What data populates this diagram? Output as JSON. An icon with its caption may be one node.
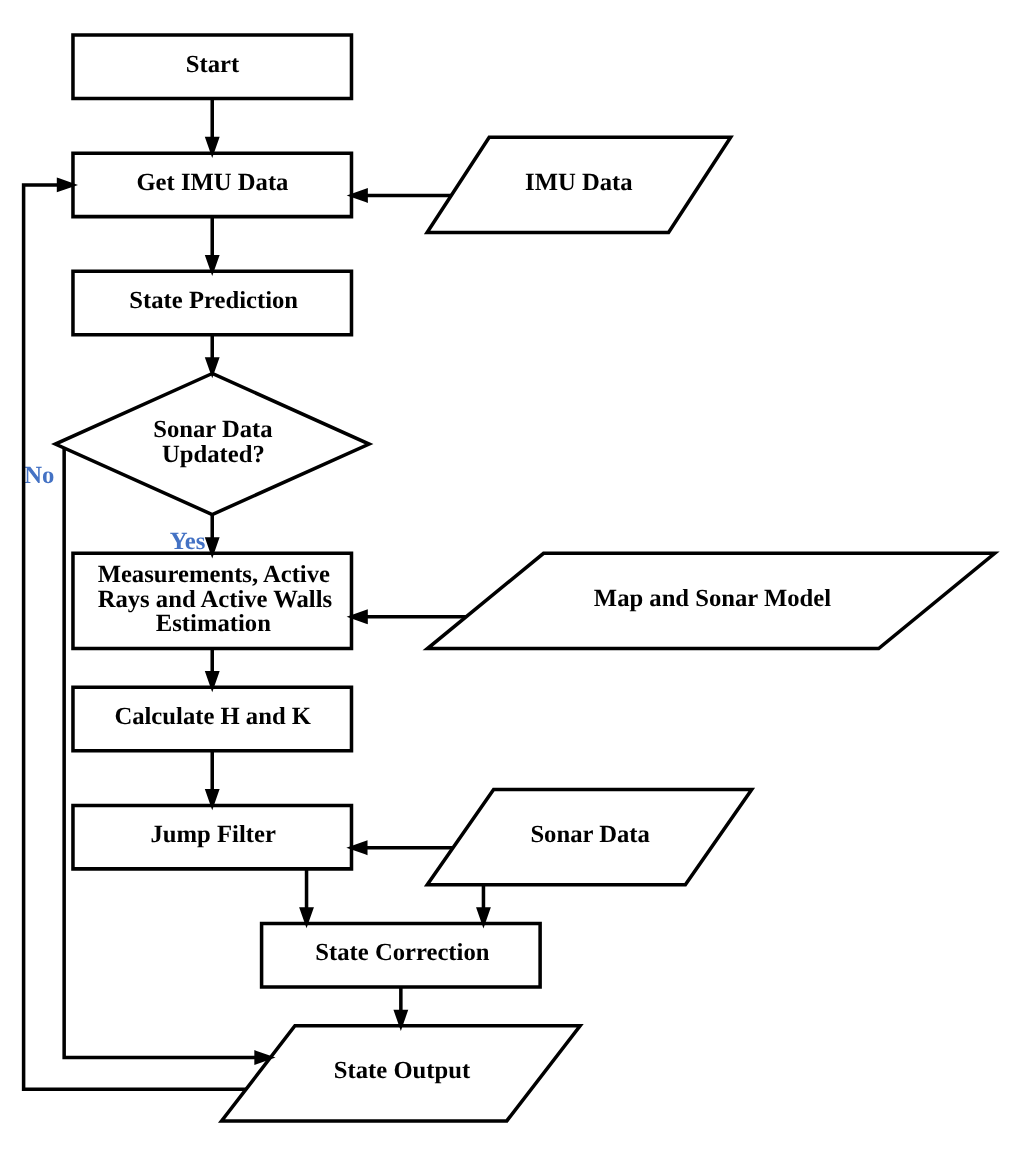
{
  "diagram": {
    "nodes": [
      {
        "text": [
          "Start"
        ]
      },
      {
        "text": [
          "Get IMU Data"
        ]
      },
      {
        "text": [
          "IMU Data"
        ]
      },
      {
        "text": [
          "State Prediction"
        ]
      },
      {
        "text": [
          "Sonar Data Updated?"
        ]
      },
      {
        "text": [
          "Measurements, Active Rays and Active Walls Estimation"
        ]
      },
      {
        "text": [
          "Map and Sonar Model"
        ]
      },
      {
        "text": [
          "Calculate H and K"
        ]
      },
      {
        "text": [
          "Jump Filter"
        ]
      },
      {
        "text": [
          "Sonar Data"
        ]
      },
      {
        "text": [
          "State Correction"
        ]
      },
      {
        "text": [
          "State Output"
        ]
      }
    ],
    "edges": [
      {
        "from": 0,
        "to": 1,
        "arrow": "to"
      },
      {
        "from": 2,
        "to": 1,
        "arrow": "to"
      },
      {
        "from": 1,
        "to": 3,
        "arrow": "to"
      },
      {
        "from": 3,
        "to": 4,
        "arrow": "to"
      },
      {
        "from": 4,
        "to": 5,
        "arrow": "to",
        "label": "Yes"
      },
      {
        "from": 4,
        "to": 11,
        "arrow": "to",
        "label": "No"
      },
      {
        "from": 6,
        "to": 5,
        "arrow": "to"
      },
      {
        "from": 5,
        "to": 7,
        "arrow": "to"
      },
      {
        "from": 7,
        "to": 8,
        "arrow": "to"
      },
      {
        "from": 9,
        "to": 8,
        "arrow": "to"
      },
      {
        "from": 8,
        "to": 10,
        "arrow": "to"
      },
      {
        "from": 9,
        "to": 10,
        "arrow": "to"
      },
      {
        "from": 10,
        "to": 11,
        "arrow": "to"
      },
      {
        "from": 11,
        "to": 1,
        "arrow": "to"
      }
    ]
  }
}
